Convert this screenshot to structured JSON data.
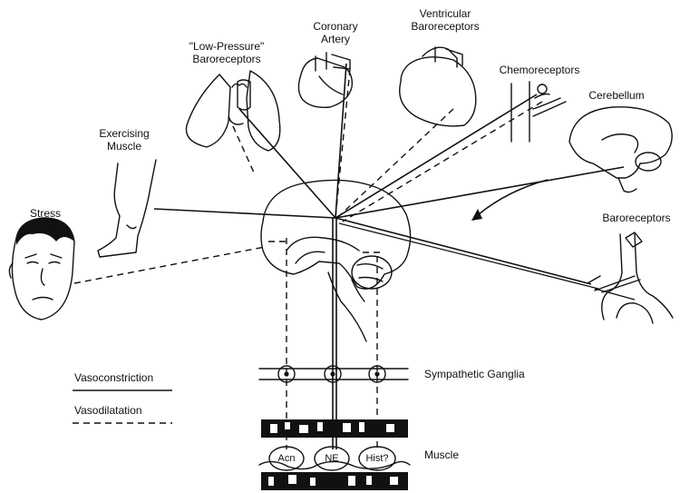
{
  "labels": {
    "coronary_artery": "Coronary\nArtery",
    "ventricular_baroreceptors": "Ventricular\nBaroreceptors",
    "low_pressure_baroreceptors": "\"Low-Pressure\"\nBaroreceptors",
    "chemoreceptors": "Chemoreceptors",
    "cerebellum": "Cerebellum",
    "exercising_muscle": "Exercising\nMuscle",
    "stress": "Stress",
    "baroreceptors": "Baroreceptors",
    "sympathetic_ganglia": "Sympathetic Ganglia",
    "muscle": "Muscle"
  },
  "legend": {
    "vasoconstriction": "Vasoconstriction",
    "vasodilatation": "Vasodilatation"
  },
  "transmitters": {
    "acn": "Acn",
    "ne": "NE",
    "hist": "Hist?"
  }
}
